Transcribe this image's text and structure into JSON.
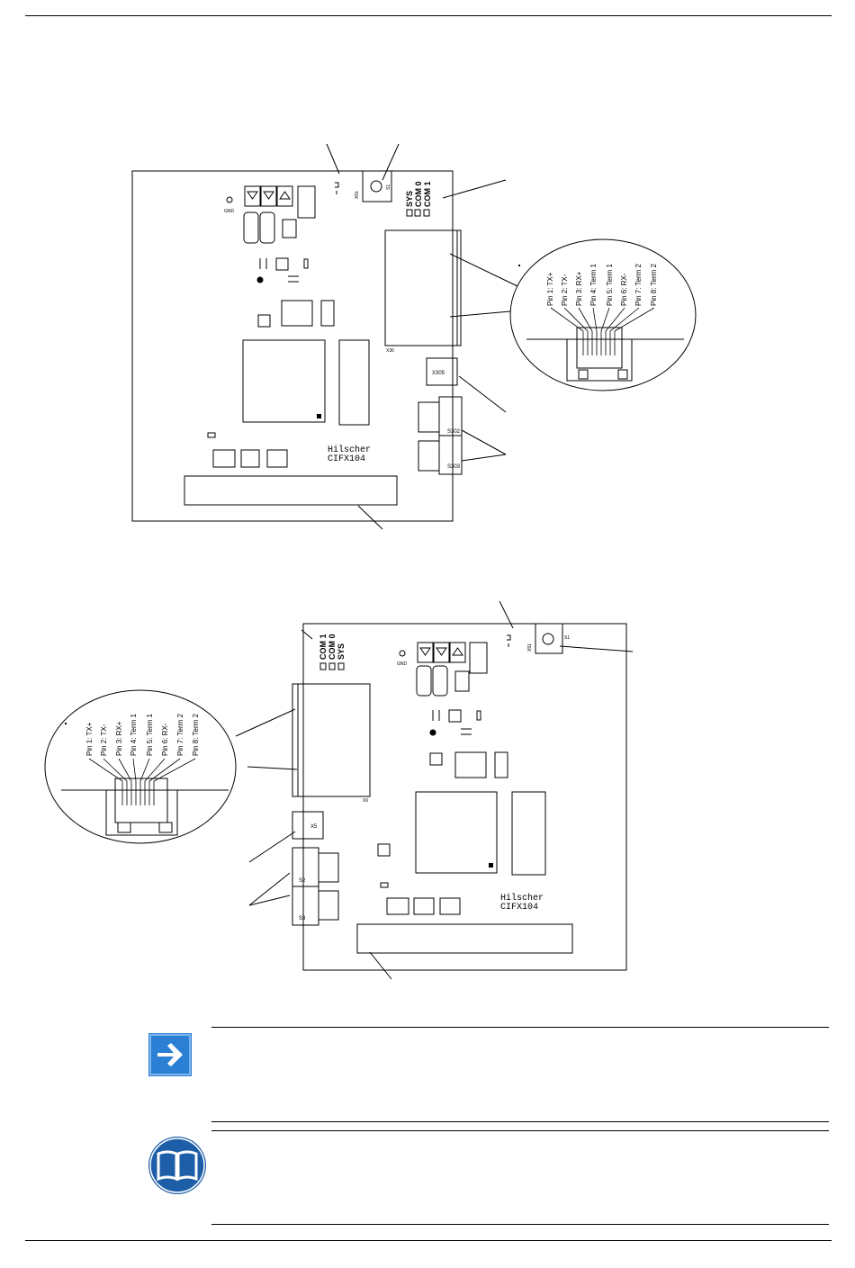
{
  "figure_top": {
    "leds": [
      "SYS",
      "COM 0",
      "COM 1"
    ],
    "gnd": "GND",
    "brand": "Hilscher",
    "model": "CIFX104",
    "switch_label": "S1",
    "connector_x51": "X51",
    "rj45_label": "X36",
    "x305": "X305",
    "s302": "S302",
    "s303": "S303",
    "pins": [
      "Pin 1: TX+",
      "Pin 2: TX-",
      "Pin 3: RX+",
      "Pin 4: Term 1",
      "Pin 5: Term 1",
      "Pin 6: RX-",
      "Pin 7: Term 2",
      "Pin 8: Term 2"
    ]
  },
  "figure_bottom": {
    "leds": [
      "COM 1",
      "COM 0",
      "SYS"
    ],
    "gnd": "GND",
    "brand": "Hilscher",
    "model": "CIFX104",
    "switch_label": "S1",
    "connector_x51": "X51",
    "rj45_label": "X6",
    "x5": "X5",
    "s2": "S2",
    "s3": "S3",
    "pins": [
      "Pin 1: TX+",
      "Pin 2: TX-",
      "Pin 3: RX+",
      "Pin 4: Term 1",
      "Pin 5: Term 1",
      "Pin 6: RX-",
      "Pin 7: Term 2",
      "Pin 8: Term 2"
    ]
  },
  "icons": {
    "arrow_color": "#2b7fd4",
    "info_color": "#1e5ea8"
  }
}
